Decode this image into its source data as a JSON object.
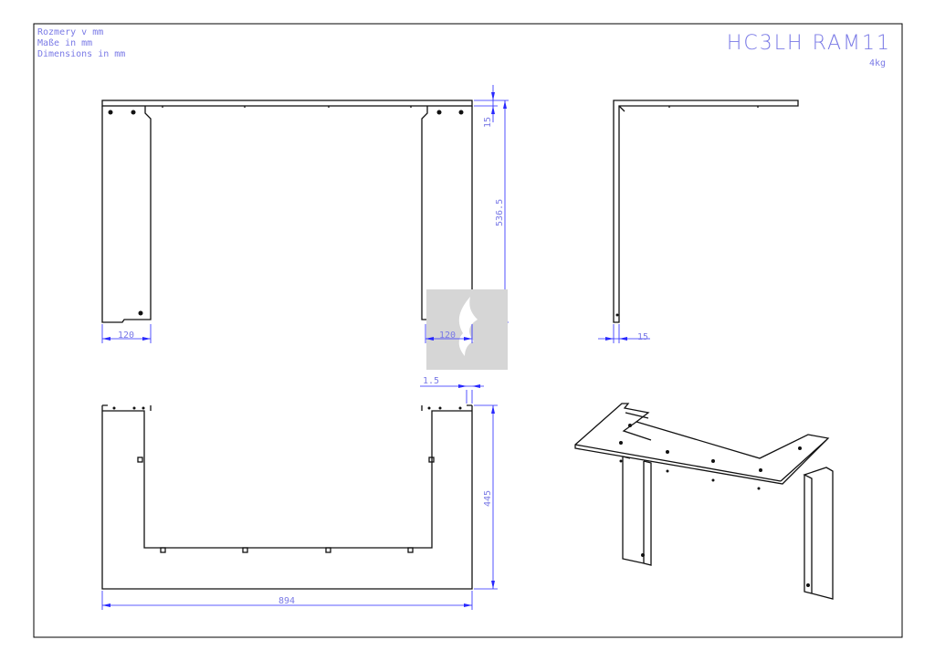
{
  "notes": {
    "line1": "Rozmery v mm",
    "line2": "Maße in mm",
    "line3": "Dimensions in mm"
  },
  "title": {
    "part": "HC3LH RAM11",
    "weight": "4kg"
  },
  "dimensions": {
    "front_top_thickness": "15",
    "front_height": "536.5",
    "front_left_width": "120",
    "front_right_width": "120",
    "side_thickness": "15",
    "top_gap": "1.5",
    "top_depth": "445",
    "top_width": "894"
  },
  "colors": {
    "geometry": "#111111",
    "dimension": "#2828ff",
    "text": "#7a7ae6",
    "frame": "#000000"
  }
}
